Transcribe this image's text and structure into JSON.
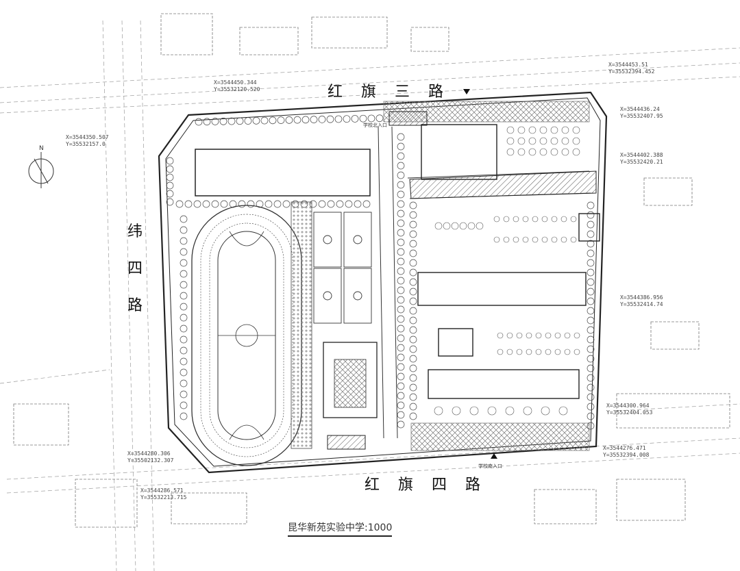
{
  "roads": {
    "north": "红 旗 三 路",
    "south": "红 旗 四 路",
    "west": [
      "纬",
      "四",
      "路"
    ]
  },
  "caption": {
    "text": "昆华新苑实验中学",
    "scale": ":1000"
  },
  "coordinates": [
    {
      "text": "X=3544450.344"
    },
    {
      "text": "Y=35532120.520"
    },
    {
      "text": "X=3544350.507"
    },
    {
      "text": "Y=35532157.0"
    },
    {
      "text": "X=3544280.306"
    },
    {
      "text": "Y=35502132.307"
    },
    {
      "text": "X=3544286.571"
    },
    {
      "text": "Y=35532213.715"
    },
    {
      "text": "X=3544453.51"
    },
    {
      "text": "Y=35532394.452"
    },
    {
      "text": "X=3544436.24"
    },
    {
      "text": "Y=35532407.95"
    },
    {
      "text": "X=3544402.388"
    },
    {
      "text": "Y=35532420.21"
    },
    {
      "text": "X=3544386.956"
    },
    {
      "text": "Y=35532414.74"
    },
    {
      "text": "X=3544300.964"
    },
    {
      "text": "Y=35532404.053"
    },
    {
      "text": "X=3544276.471"
    },
    {
      "text": "Y=35532394.008"
    }
  ],
  "gates": {
    "north": "学校北入口",
    "south": "学校南入口"
  },
  "north_arrow": "N",
  "colors": {
    "line": "#222222",
    "hatch": "#666666",
    "fill_hatched": "#cfcfcf"
  }
}
